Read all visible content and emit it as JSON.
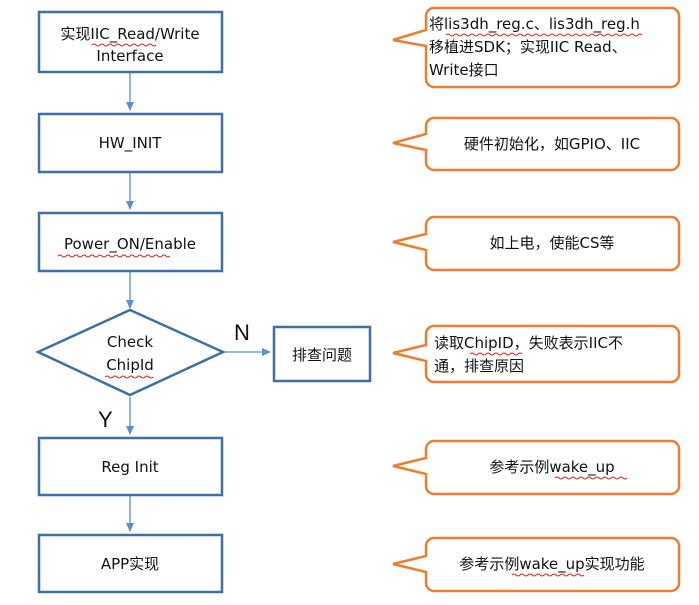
{
  "colors": {
    "process_border": "#3f6fa5",
    "callout_border": "#ed7d31",
    "connector": "#5b8fc9",
    "fill": "#ffffff"
  },
  "steps": [
    {
      "id": "step-iic",
      "lines": [
        "实现IIC_Read/Write",
        "Interface"
      ]
    },
    {
      "id": "step-hw-init",
      "lines": [
        "HW_INIT"
      ]
    },
    {
      "id": "step-power-on",
      "lines": [
        "Power_ON/Enable"
      ]
    },
    {
      "id": "step-check-chipid",
      "lines": [
        "Check",
        "ChipId"
      ]
    },
    {
      "id": "step-troubleshoot",
      "lines": [
        "排查问题"
      ]
    },
    {
      "id": "step-reg-init",
      "lines": [
        "Reg Init"
      ]
    },
    {
      "id": "step-app",
      "lines": [
        "APP实现"
      ]
    }
  ],
  "branches": {
    "no": "N",
    "yes": "Y"
  },
  "callouts": [
    {
      "id": "note-iic",
      "lines": [
        "将lis3dh_reg.c、lis3dh_reg.h",
        "移植进SDK；实现IIC Read、",
        "Write接口"
      ]
    },
    {
      "id": "note-hw-init",
      "lines": [
        "硬件初始化，如GPIO、IIC"
      ]
    },
    {
      "id": "note-power-on",
      "lines": [
        "如上电，使能CS等"
      ]
    },
    {
      "id": "note-chipid",
      "lines": [
        "读取ChipID，失败表示IIC不",
        "通，排查原因"
      ]
    },
    {
      "id": "note-reg-init",
      "lines": [
        "参考示例wake_up"
      ]
    },
    {
      "id": "note-app",
      "lines": [
        "参考示例wake_up实现功能"
      ]
    }
  ]
}
